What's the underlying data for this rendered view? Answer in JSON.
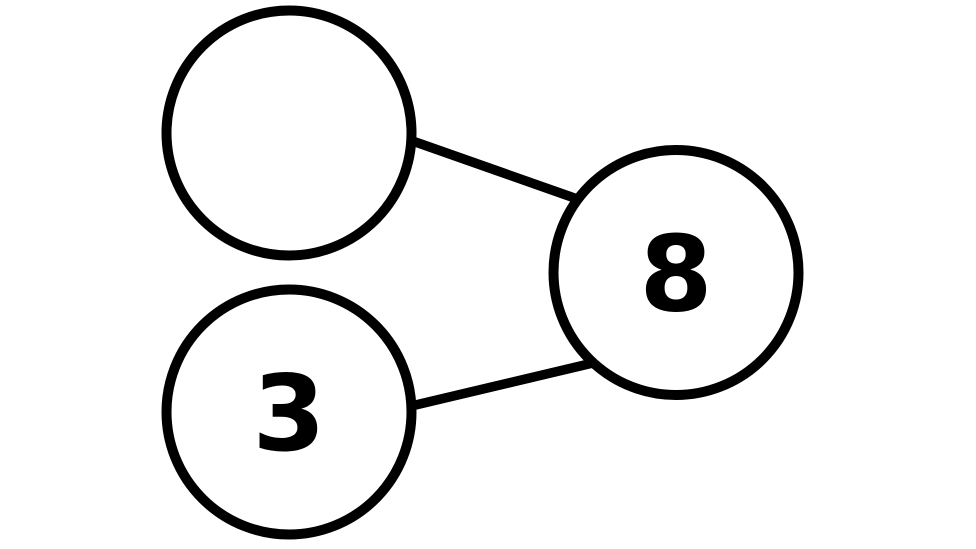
{
  "diagram": {
    "type": "number-bond",
    "description": "Number bond diagram with two part circles joined by lines to one whole circle",
    "whole": {
      "value": "8",
      "role": "whole"
    },
    "part_top": {
      "value": "",
      "role": "part-missing"
    },
    "part_bottom": {
      "value": "3",
      "role": "part"
    },
    "colors": {
      "stroke": "#000000",
      "circle_fill": "#ffffff",
      "background": "#ffffff"
    }
  }
}
